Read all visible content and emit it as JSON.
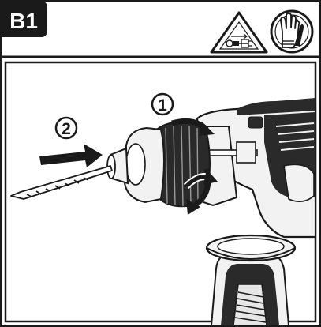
{
  "figure": {
    "label": "B1",
    "steps": [
      {
        "number": "1"
      },
      {
        "number": "2"
      }
    ],
    "icons": {
      "warning": "unplug-warning-triangle-icon",
      "gloves": "wear-gloves-icon"
    },
    "colors": {
      "ink": "#1a1a1a",
      "paper": "#ffffff",
      "badge": "#1a1a1a",
      "tool_dark": "#2a2a2a",
      "tool_light": "#f2f2f2"
    }
  }
}
